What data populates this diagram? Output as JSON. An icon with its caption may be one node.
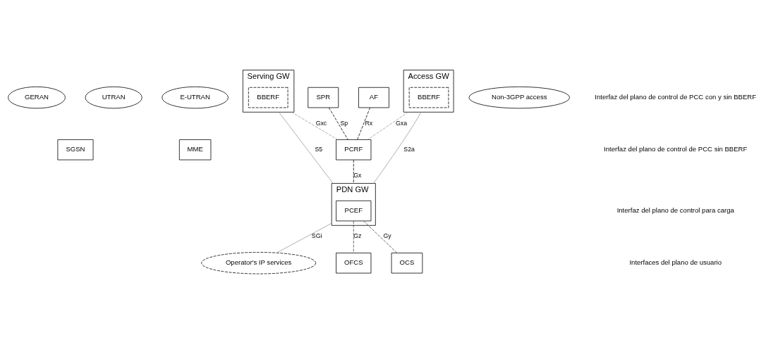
{
  "diagram": {
    "nodes": [
      {
        "text": [
          "GERAN"
        ]
      },
      {
        "text": [
          "SGSN"
        ]
      },
      {
        "text": [
          "UTRAN"
        ]
      },
      {
        "text": [
          "E-UTRAN"
        ]
      },
      {
        "text": [
          "MME"
        ]
      },
      {
        "text": [
          "SPR"
        ]
      },
      {
        "text": [
          "AF"
        ]
      },
      {
        "text": [
          "Serving GW"
        ]
      },
      {
        "text": [
          "BBERF"
        ],
        "in": 7
      },
      {
        "text": [
          "PCRF"
        ]
      },
      {
        "text": [
          "PDN GW"
        ]
      },
      {
        "text": [
          "PCEF"
        ],
        "in": 10
      },
      {
        "text": [
          "Operator's IP services"
        ]
      },
      {
        "text": [
          "Non-3GPP access"
        ]
      },
      {
        "text": [
          "Access GW"
        ]
      },
      {
        "text": [
          "BBERF"
        ],
        "in": 14
      },
      {
        "text": [
          "OFCS"
        ]
      },
      {
        "text": [
          "OCS"
        ]
      }
    ],
    "edges": [
      {
        "from": 5,
        "to": 9,
        "arrow": "none",
        "label": "Sp",
        "style": "dashed",
        "color": "#000000"
      },
      {
        "from": 6,
        "to": 9,
        "arrow": "none",
        "label": "Rx",
        "style": "dashed",
        "color": "#000000"
      },
      {
        "from": 7,
        "to": 9,
        "arrow": "none",
        "label": "Gxc",
        "style": "dashed",
        "color": "#999999"
      },
      {
        "from": 7,
        "to": 10,
        "arrow": "none",
        "label": "S5",
        "color": "#999999"
      },
      {
        "from": 9,
        "to": 10,
        "arrow": "none",
        "label": "Gx",
        "style": "dashed",
        "color": "#000000"
      },
      {
        "from": 14,
        "to": 9,
        "arrow": "none",
        "label": "Gxa",
        "style": "dashed",
        "color": "#999999"
      },
      {
        "from": 14,
        "to": 10,
        "arrow": "none",
        "label": "S2a",
        "color": "#999999"
      },
      {
        "from": 10,
        "to": 12,
        "arrow": "none",
        "label": "SGi",
        "color": "#999999"
      },
      {
        "from": 11,
        "to": 16,
        "arrow": "none",
        "label": "Gz",
        "style": "dashed",
        "color": "#444444"
      },
      {
        "from": 11,
        "to": 17,
        "arrow": "none",
        "label": "Gy",
        "style": "dashed",
        "color": "#444444"
      }
    ],
    "legend": [
      {
        "text": "Interfaz del plano de control de PCC con y sin BBERF"
      },
      {
        "text": "Interfaz del plano de control de PCC sin BBERF"
      },
      {
        "text": "Interfaz del plano de control para carga"
      },
      {
        "text": "Interfaces del plano de usuario"
      }
    ]
  }
}
